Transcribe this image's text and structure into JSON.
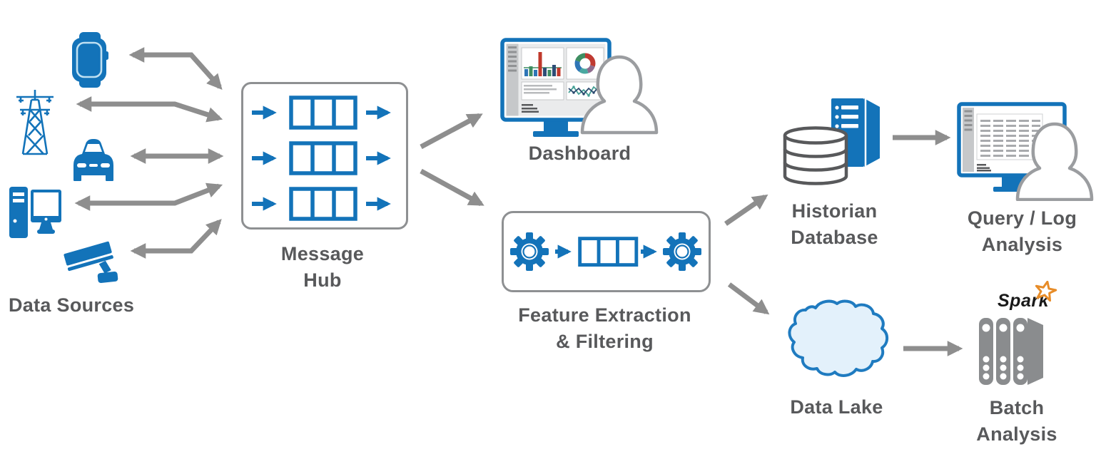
{
  "diagram": {
    "colors": {
      "icon_blue": "#1373b9",
      "light_blue_fill": "#e3f1fb",
      "arrow_gray": "#8e8e8e",
      "box_border_gray": "#8e9092",
      "label_gray": "#58595b",
      "server_gray": "#8a8c8e",
      "spark_orange": "#e78c28"
    },
    "nodes": {
      "data_sources": {
        "label": "Data Sources",
        "icons": [
          "smartwatch",
          "transmission-tower",
          "car",
          "desktop-computer",
          "security-camera"
        ]
      },
      "message_hub": {
        "line1": "Message",
        "line2": "Hub",
        "queues": 3
      },
      "dashboard": {
        "label": "Dashboard"
      },
      "feature_extraction": {
        "line1": "Feature Extraction",
        "line2": "& Filtering"
      },
      "historian_database": {
        "line1": "Historian",
        "line2": "Database"
      },
      "query_log_analysis": {
        "line1": "Query / Log",
        "line2": "Analysis"
      },
      "data_lake": {
        "label": "Data Lake"
      },
      "batch_analysis": {
        "line1": "Batch",
        "line2": "Analysis",
        "badge": "Spark"
      }
    },
    "edges": [
      {
        "from": "smartwatch",
        "to": "message-hub",
        "bidirectional": true
      },
      {
        "from": "transmission-tower",
        "to": "message-hub",
        "bidirectional": true
      },
      {
        "from": "car",
        "to": "message-hub",
        "bidirectional": true
      },
      {
        "from": "desktop-computer",
        "to": "message-hub",
        "bidirectional": true
      },
      {
        "from": "security-camera",
        "to": "message-hub",
        "bidirectional": true
      },
      {
        "from": "message-hub",
        "to": "dashboard",
        "bidirectional": false
      },
      {
        "from": "message-hub",
        "to": "feature-extraction",
        "bidirectional": false
      },
      {
        "from": "feature-extraction",
        "to": "historian-database",
        "bidirectional": false
      },
      {
        "from": "feature-extraction",
        "to": "data-lake",
        "bidirectional": false
      },
      {
        "from": "historian-database",
        "to": "query-log-analysis",
        "bidirectional": false
      },
      {
        "from": "data-lake",
        "to": "batch-analysis",
        "bidirectional": false
      }
    ]
  }
}
